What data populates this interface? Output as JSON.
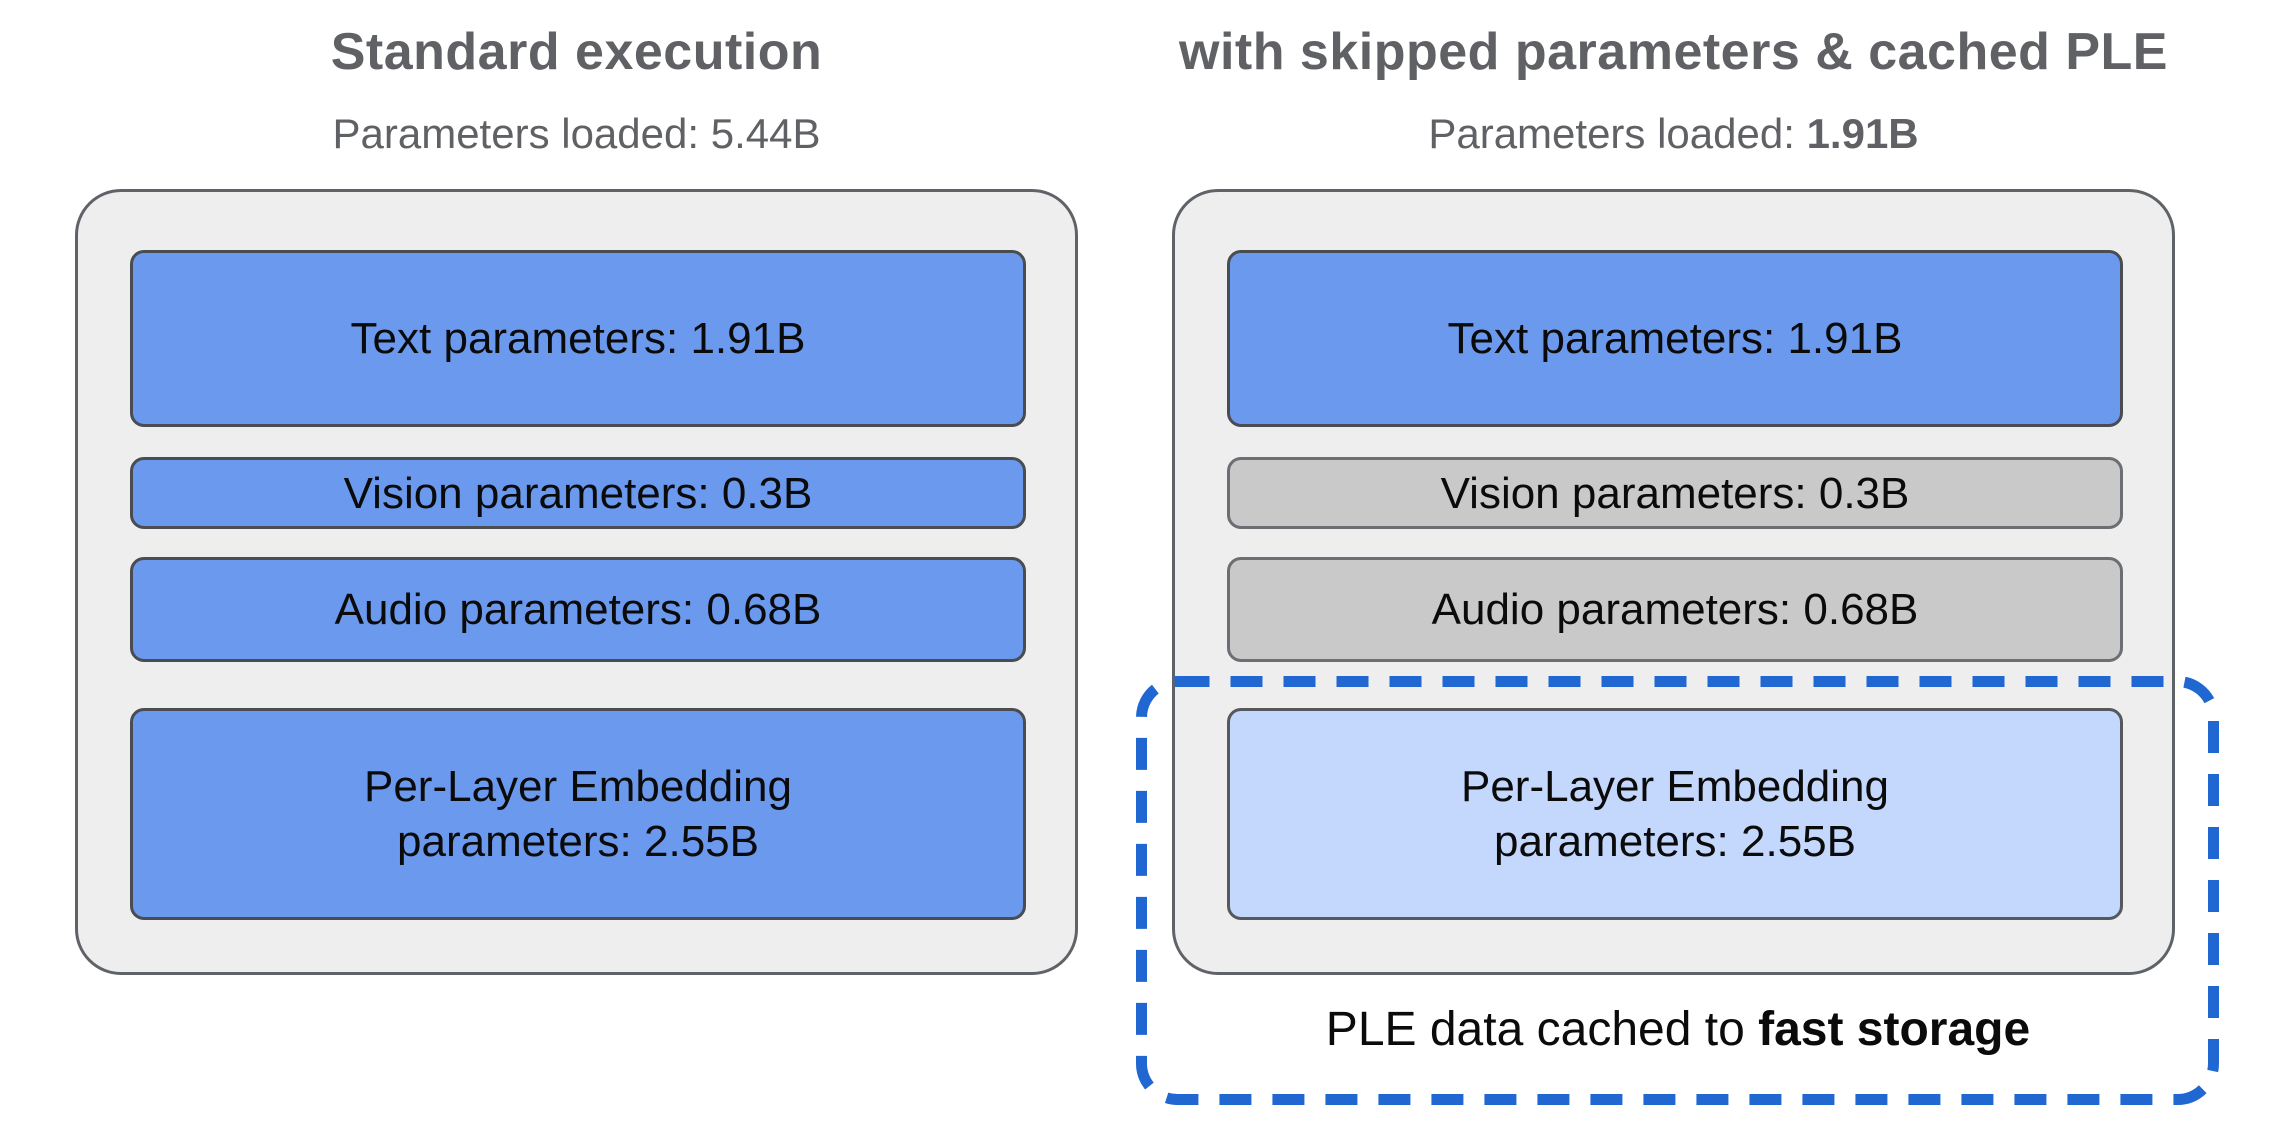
{
  "panels": [
    {
      "title": "Standard execution",
      "subtitle_label": "Parameters loaded: ",
      "subtitle_value": "5.44B",
      "boxes": [
        {
          "label": "Text parameters: 1.91B",
          "style": "blue"
        },
        {
          "label": "Vision parameters: 0.3B",
          "style": "blue"
        },
        {
          "label": "Audio parameters: 0.68B",
          "style": "blue"
        },
        {
          "label": "Per-Layer Embedding\nparameters: 2.55B",
          "style": "blue"
        }
      ]
    },
    {
      "title": "with skipped parameters & cached PLE",
      "subtitle_label": "Parameters loaded: ",
      "subtitle_value": "1.91B",
      "boxes": [
        {
          "label": "Text parameters: 1.91B",
          "style": "blue"
        },
        {
          "label": "Vision parameters: 0.3B",
          "style": "gray"
        },
        {
          "label": "Audio parameters: 0.68B",
          "style": "gray"
        },
        {
          "label": "Per-Layer Embedding\nparameters: 2.55B",
          "style": "lightblue"
        }
      ],
      "callout": {
        "text": "PLE data cached to ",
        "bold_text": "fast storage"
      }
    }
  ],
  "colors": {
    "accent_blue": "#6a99ee",
    "light_blue": "#c4d8fd",
    "gray_box": "#c9c9c9",
    "container_bg": "#eeeeee",
    "dashed_border": "#2167d1",
    "heading_gray": "#5f6165"
  }
}
